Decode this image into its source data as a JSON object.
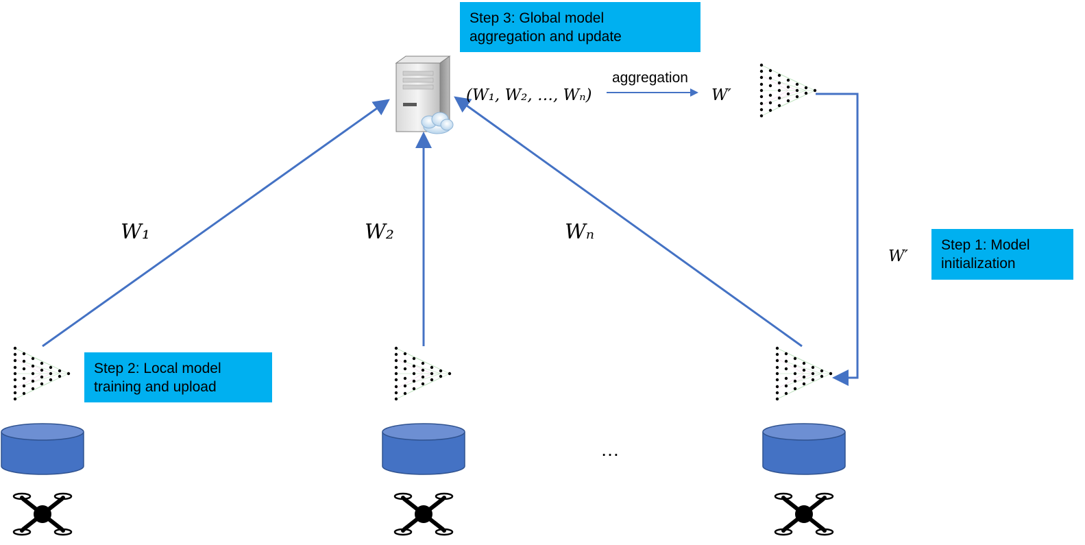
{
  "steps": {
    "step3": {
      "line1": "Step 3: Global model",
      "line2": "aggregation and update"
    },
    "step2": {
      "line1": "Step 2: Local model",
      "line2": "training and upload"
    },
    "step1": {
      "line1": "Step 1: Model",
      "line2": "initialization"
    }
  },
  "labels": {
    "aggregation": "aggregation",
    "weights_tuple": "(W₁, W₂, …, Wₙ)",
    "w_prime_top": "W′",
    "w_prime_side": "W′",
    "w1": "W₁",
    "w2": "W₂",
    "wn": "Wₙ",
    "ellipsis": "…"
  },
  "colors": {
    "arrow": "#4472c4",
    "step_box": "#00b0f0",
    "database": "#4472c4"
  },
  "icons": {
    "server": "server-icon",
    "cloud": "cloud-icon",
    "neural_net": "neural-network-icon",
    "database": "database-icon",
    "drone": "drone-icon"
  }
}
